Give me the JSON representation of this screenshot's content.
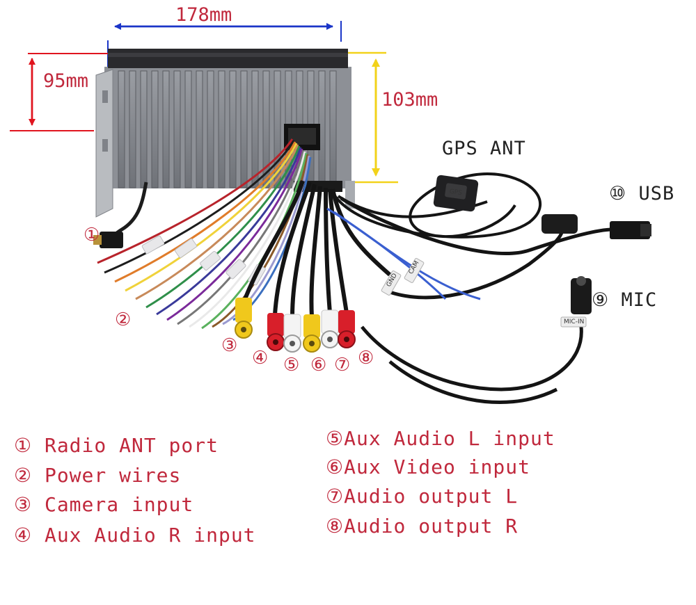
{
  "dimensions": {
    "width": "178mm",
    "height_front": "95mm",
    "height_back": "103mm"
  },
  "callouts": {
    "gps": "GPS ANT",
    "usb": "⑩ USB",
    "mic": "⑨ MIC",
    "n1": "①",
    "n2": "②",
    "n3": "③",
    "n4": "④",
    "n5": "⑤",
    "n6": "⑥",
    "n7": "⑦",
    "n8": "⑧"
  },
  "cable_tags": {
    "mic": "MIC-IN",
    "gnd": "GND",
    "cam": "CAM"
  },
  "legend": {
    "left": [
      "① Radio ANT port",
      "② Power wires",
      "③ Camera input",
      "④ Aux Audio R input"
    ],
    "right": [
      "⑤Aux Audio L input",
      "⑥Aux Video input",
      "⑦Audio output L",
      "⑧Audio output R"
    ]
  },
  "colors": {
    "label_red": "#c0283c",
    "dim_blue": "#1a35c8",
    "dim_yellow": "#f2d21a",
    "dim_red": "#e0141e",
    "rca_yellow": "#f0c81c",
    "rca_red": "#d81f2a",
    "rca_white": "#f4f4f4"
  }
}
